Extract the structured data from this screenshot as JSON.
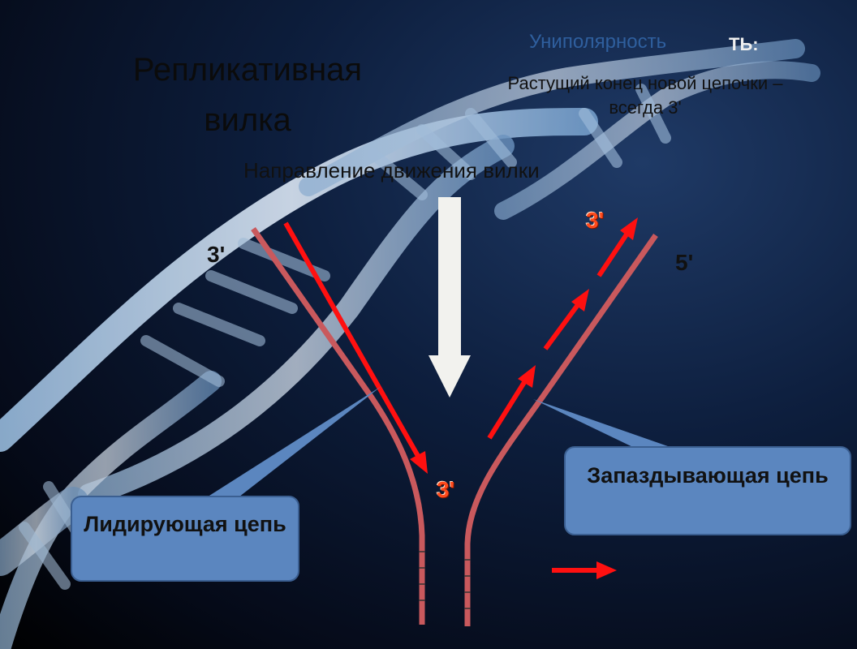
{
  "slide": {
    "title": "Репликативная вилка",
    "unipolarity_label": "Униполярность",
    "unipolarity_tail": "ТЬ:",
    "growth_note": "Растущий конец новой цепочки – всегда 3'",
    "fork_direction": "Направление движения вилки",
    "end_left": "3'",
    "end_right": "5'",
    "new_end_lagging": "3'",
    "new_end_leading": "3'",
    "leading_strand_label": "Лидирующая цепь",
    "lagging_strand_label": "Запаздывающая цепь",
    "colors": {
      "strand": "#c9595d",
      "new_strand": "#ff1010",
      "callout": "#5b86bf",
      "arrow_down": "#f2f2ee"
    }
  }
}
